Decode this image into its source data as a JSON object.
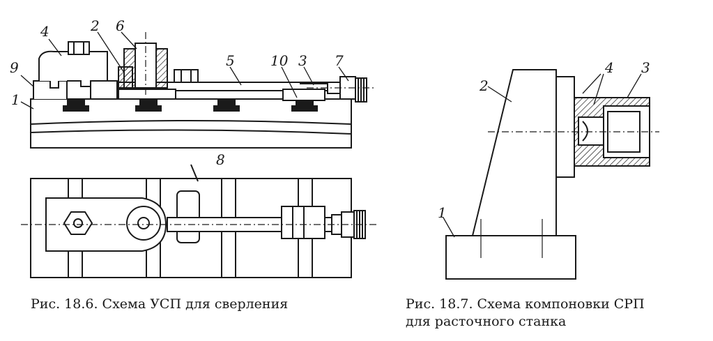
{
  "figure_a": {
    "caption": "Рис. 18.6. Схема УСП для сверления",
    "labels": [
      "1",
      "2",
      "3",
      "4",
      "5",
      "6",
      "7",
      "8",
      "9",
      "10"
    ]
  },
  "figure_b": {
    "caption_line1": "Рис. 18.7. Схема компоновки  СРП",
    "caption_line2": "для  расточного  станка",
    "labels": [
      "1",
      "2",
      "3",
      "4"
    ]
  },
  "colors": {
    "ink": "#1a1a1a",
    "paper": "#ffffff"
  }
}
